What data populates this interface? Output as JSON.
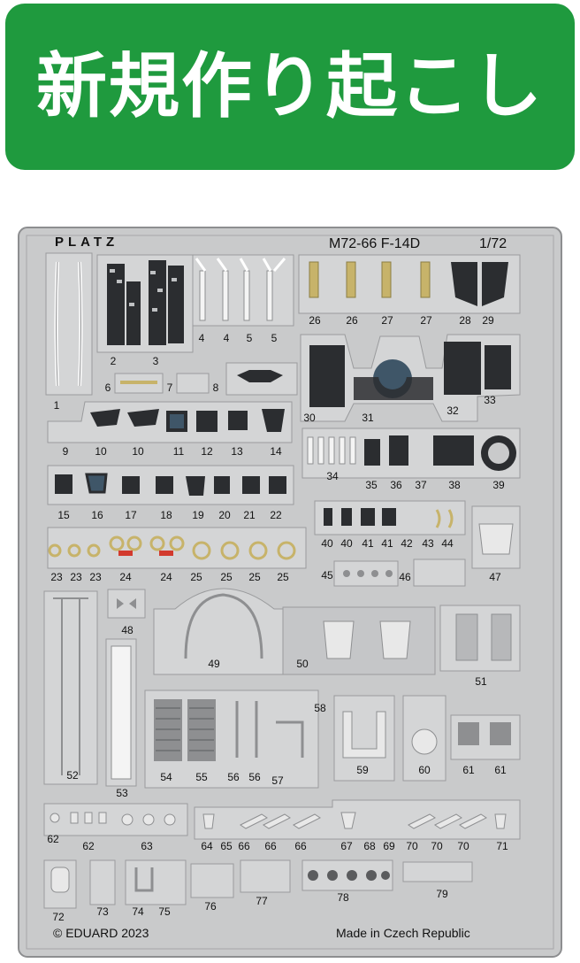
{
  "banner": {
    "text": "新規作り起こし",
    "color": "#1f9a3e"
  },
  "fret": {
    "brand": "PLATZ",
    "kit": "M72-66 F-14D",
    "scale": "1/72",
    "copyright": "© EDUARD 2023",
    "origin": "Made in Czech Republic",
    "metal_color": "#c9cacb"
  },
  "parts": [
    "1",
    "2",
    "3",
    "4",
    "4",
    "5",
    "5",
    "6",
    "7",
    "8",
    "9",
    "10",
    "10",
    "11",
    "12",
    "13",
    "14",
    "15",
    "16",
    "17",
    "18",
    "19",
    "20",
    "21",
    "22",
    "23",
    "23",
    "23",
    "24",
    "24",
    "25",
    "25",
    "25",
    "25",
    "26",
    "26",
    "27",
    "27",
    "28",
    "29",
    "30",
    "31",
    "32",
    "33",
    "34",
    "35",
    "36",
    "37",
    "38",
    "39",
    "40",
    "40",
    "41",
    "41",
    "42",
    "43",
    "44",
    "45",
    "46",
    "47",
    "48",
    "49",
    "50",
    "51",
    "52",
    "53",
    "54",
    "55",
    "56",
    "56",
    "57",
    "58",
    "59",
    "60",
    "61",
    "61",
    "62",
    "62",
    "63",
    "64",
    "65",
    "66",
    "66",
    "66",
    "67",
    "68",
    "69",
    "70",
    "70",
    "70",
    "71",
    "72",
    "73",
    "74",
    "75",
    "76",
    "77",
    "78",
    "79"
  ]
}
